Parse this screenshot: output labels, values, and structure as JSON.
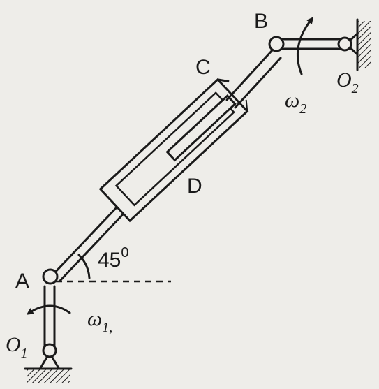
{
  "labels": {
    "A": "A",
    "B": "B",
    "C": "C",
    "D": "D",
    "O1": "O",
    "O1_sub": "1",
    "O2": "O",
    "O2_sub": "2",
    "omega1": "ω",
    "omega1_sub": "1,",
    "omega2": "ω",
    "omega2_sub": "2",
    "angle": "45",
    "angle_sup": "0"
  },
  "colors": {
    "ink": "#1a1a1a",
    "background": "#eeede9"
  }
}
